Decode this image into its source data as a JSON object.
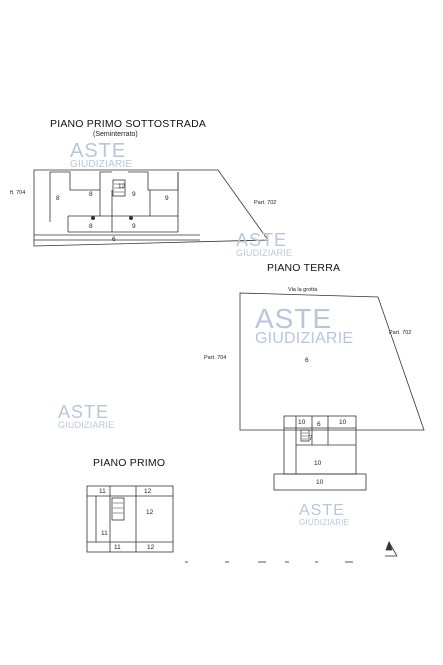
{
  "floors": {
    "basement": {
      "title": "PIANO PRIMO SOTTOSTRADA",
      "subtitle": "(Seminterrato)",
      "label_left": "ft. 704",
      "label_right": "Part. 702",
      "rooms": {
        "r8a": "8",
        "r8b": "8",
        "r9a": "9",
        "r9b": "9",
        "r9c": "9",
        "r8c": "8",
        "r6": "6",
        "r12": "12"
      }
    },
    "ground": {
      "title": "PIANO TERRA",
      "label_top": "Via la grotta",
      "label_left": "Part. 704",
      "label_right": "Part. 702",
      "rooms": {
        "r6big": "6",
        "r10a": "10",
        "r6small": "6",
        "r10b": "10",
        "r7": "7",
        "r10c": "10",
        "r10d": "10"
      }
    },
    "first": {
      "title": "PIANO PRIMO",
      "rooms": {
        "r11a": "11",
        "r12a": "12",
        "r12b": "12",
        "r11b": "11",
        "r11c": "11",
        "r12c": "12"
      }
    }
  },
  "watermark": {
    "line1": "ASTE",
    "line2": "GIUDIZIARIE"
  },
  "colors": {
    "lines": "#333333",
    "watermark": "#b9c6da",
    "gavel": "#d9c9a2"
  }
}
